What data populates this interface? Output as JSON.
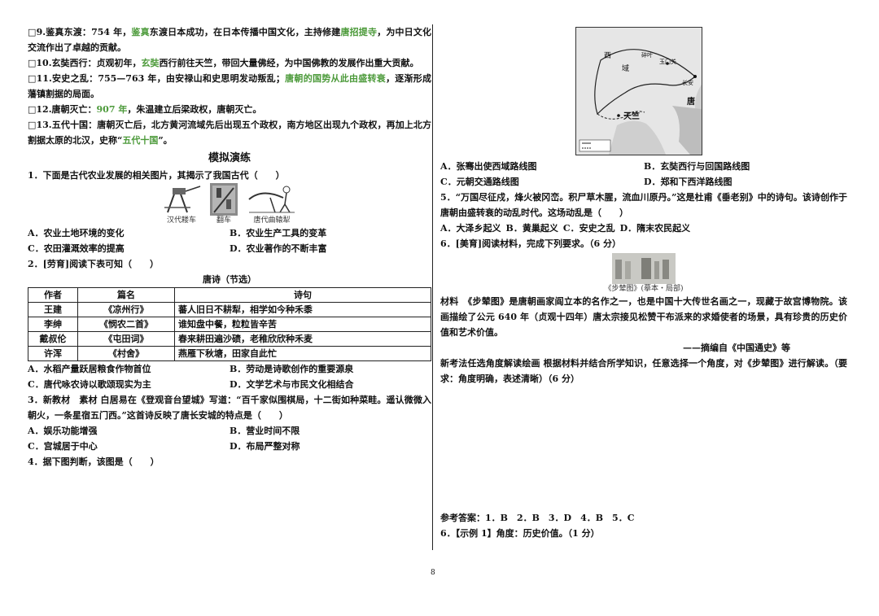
{
  "left": {
    "items": [
      {
        "num": "□9.",
        "t1": "鉴真东渡：754 年，",
        "g1": "鉴真",
        "t2": "东渡日本成功，在日本传播中国文化，主持修建",
        "g2": "唐招提寺",
        "t3": "，为中日文化交流作出了卓越的贡献。"
      },
      {
        "num": "□10.",
        "t1": "玄奘西行：贞观初年，",
        "g1": "玄奘",
        "t2": "西行前往天竺，带回大量佛经，为中国佛教的发展作出重大贡献。"
      },
      {
        "num": "□11.",
        "t1": "安史之乱：755—763 年，由安禄山和史思明发动叛乱；",
        "g1": "唐朝的国势从此由盛转衰",
        "t2": "，逐渐形成藩镇割据的局面。"
      },
      {
        "num": "□12.",
        "t1": "唐朝灭亡：",
        "g1": "907 年",
        "t2": "，朱温建立后梁政权，唐朝灭亡。"
      },
      {
        "num": "□13.",
        "t1": "五代十国：唐朝灭亡后，北方黄河流域先后出现五个政权，南方地区出现九个政权，再加上北方割据太原的北汉，史称“",
        "g1": "五代十国",
        "t2": "”。"
      }
    ],
    "section_title": "模拟演练",
    "q1": {
      "stem": "1．下面是古代农业发展的相关图片，其揭示了我国古代（　　）",
      "captions": [
        "汉代耧车",
        "翻车",
        "唐代曲辕犁"
      ],
      "options": [
        "A．农业土地环境的变化",
        "B．农业生产工具的变革",
        "C．农田灌溉效率的提高",
        "D．农业著作的不断丰富"
      ]
    },
    "q2": {
      "stem": "2．[劳育]阅读下表可知（　　）",
      "table_title": "唐诗（节选）",
      "headers": [
        "作者",
        "篇名",
        "诗句"
      ],
      "rows": [
        [
          "王建",
          "《凉州行》",
          "蕃人旧日不耕犁，相学如今种禾黍"
        ],
        [
          "李绅",
          "《悯农二首》",
          "谁知盘中餐，粒粒皆辛苦"
        ],
        [
          "戴叔伦",
          "《屯田词》",
          "春来耕田遍沙碛，老稚欣欣种禾麦"
        ],
        [
          "许浑",
          "《村舍》",
          "燕雁下秋塘，田家自此忙"
        ]
      ],
      "options": [
        "A．水稻产量跃居粮食作物首位",
        "B．劳动是诗歌创作的重要源泉",
        "C．唐代咏农诗以歌颂现实为主",
        "D．文学艺术与市民文化相结合"
      ]
    },
    "q3": {
      "stem": "3．新教材　素材 白居易在《登观音台望城》写道：“百千家似围棋局，十二街如种菜畦。遥认微微入朝火，一条星宿五门西。”这首诗反映了唐长安城的特点是（　　）",
      "options": [
        "A．娱乐功能增强",
        "B．营业时间不限",
        "C．宫城居于中心",
        "D．布局严整对称"
      ]
    },
    "q4": {
      "stem": "4．据下图判断，该图是（　　）"
    }
  },
  "map": {
    "labels": [
      "西",
      "域",
      "碎叶",
      "玉门关",
      "长安",
      "天竺",
      "唐"
    ]
  },
  "right": {
    "q4_options": [
      "A．张骞出使西域路线图",
      "B．玄奘西行与回国路线图",
      "C．元朝交通路线图",
      "D．郑和下西洋路线图"
    ],
    "q5": {
      "stem": "5．“万国尽征戍，烽火被冈峦。积尸草木腥，流血川原丹。”这是杜甫《垂老别》中的诗句。该诗创作于唐朝由盛转衰的动乱时代。这场动乱是（　　）",
      "options": [
        "A．大泽乡起义",
        "B．黄巢起义",
        "C．安史之乱",
        "D．隋末农民起义"
      ]
    },
    "q6": {
      "stem": "6．[美育]阅读材料，完成下列要求。（6 分）",
      "caption": "《步辇图》(摹本・局部)",
      "material": "材料　《步辇图》是唐朝画家阎立本的名作之一，也是中国十大传世名画之一，现藏于故宫博物院。该画描绘了公元 640 年（贞观十四年）唐太宗接见松赞干布派来的求婚使者的场景，具有珍贵的历史价值和艺术价值。",
      "source": "——摘编自《中国通史》等",
      "task": "新考法任选角度解读绘画 根据材料并结合所学知识，任意选择一个角度，对《步辇图》进行解读。（要求：角度明确，表述清晰）（6 分）"
    },
    "answers": {
      "line1": "参考答案：1．B　2．B　3．D　4．B　5．C",
      "line2": "6．【示例 1】角度：历史价值。（1 分）"
    }
  },
  "page_number": "8",
  "colors": {
    "highlight": "#4c9a3a"
  }
}
